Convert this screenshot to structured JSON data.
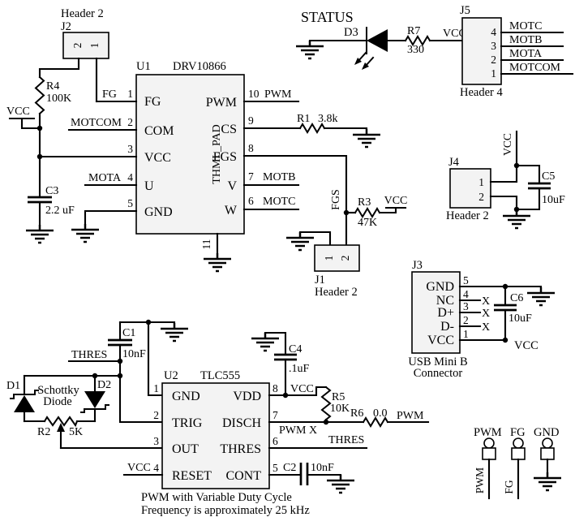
{
  "schematic": {
    "vcc": "VCC",
    "j2": {
      "title": "Header 2",
      "ref": "J2",
      "pin2": "2",
      "pin1": "1"
    },
    "r4": {
      "ref": "R4",
      "value": "100K"
    },
    "c3": {
      "ref": "C3",
      "value": "2.2 uF"
    },
    "u1": {
      "ref": "U1",
      "part": "DRV10866",
      "pad": "THML_PAD",
      "pad_pin": "11",
      "pins": {
        "fg": {
          "num": "1",
          "name": "FG",
          "net": "FG"
        },
        "com": {
          "num": "2",
          "name": "COM",
          "net": "MOTCOM"
        },
        "vcc": {
          "num": "3",
          "name": "VCC"
        },
        "u": {
          "num": "4",
          "name": "U",
          "net": "MOTA"
        },
        "gnd": {
          "num": "5",
          "name": "GND"
        },
        "pwm": {
          "num": "10",
          "name": "PWM",
          "net": "PWM"
        },
        "cs": {
          "num": "9",
          "name": "CS"
        },
        "fgs": {
          "num": "8",
          "name": "FGS",
          "net": "FGS"
        },
        "v": {
          "num": "7",
          "name": "V",
          "net": "MOTB"
        },
        "w": {
          "num": "6",
          "name": "W",
          "net": "MOTC"
        }
      }
    },
    "r1": {
      "ref": "R1",
      "value": "3.8k"
    },
    "r3": {
      "ref": "R3",
      "value": "47K"
    },
    "status": {
      "label": "STATUS",
      "ref": "D3"
    },
    "r7": {
      "ref": "R7",
      "value": "330"
    },
    "j5": {
      "ref": "J5",
      "title": "Header 4",
      "pins": [
        "4",
        "3",
        "2",
        "1"
      ],
      "nets": [
        "MOTC",
        "MOTB",
        "MOTA",
        "MOTCOM"
      ]
    },
    "j4": {
      "ref": "J4",
      "title": "Header 2",
      "pin1": "1",
      "pin2": "2"
    },
    "c5": {
      "ref": "C5",
      "value": "10uF"
    },
    "j1": {
      "ref": "J1",
      "title": "Header 2",
      "pin1": "1",
      "pin2": "2"
    },
    "j3": {
      "ref": "J3",
      "title1": "USB Mini B",
      "title2": "Connector",
      "nc": "X",
      "pins": [
        {
          "name": "GND",
          "num": "5"
        },
        {
          "name": "NC",
          "num": "4"
        },
        {
          "name": "D+",
          "num": "3"
        },
        {
          "name": "D-",
          "num": "2"
        },
        {
          "name": "VCC",
          "num": "1"
        }
      ]
    },
    "c6": {
      "ref": "C6",
      "value": "10uF"
    },
    "u2": {
      "ref": "U2",
      "part": "TLC555",
      "pins": {
        "gnd": {
          "num": "1",
          "name": "GND"
        },
        "trig": {
          "num": "2",
          "name": "TRIG"
        },
        "out": {
          "num": "3",
          "name": "OUT"
        },
        "reset": {
          "num": "4",
          "name": "RESET"
        },
        "vdd": {
          "num": "8",
          "name": "VDD"
        },
        "disch": {
          "num": "7",
          "name": "DISCH"
        },
        "thres": {
          "num": "6",
          "name": "THRES"
        },
        "cont": {
          "num": "5",
          "name": "CONT"
        }
      }
    },
    "c1": {
      "ref": "C1",
      "value": "10nF"
    },
    "c2": {
      "ref": "C2",
      "value": "10nF"
    },
    "c4": {
      "ref": "C4",
      "value": ".1uF"
    },
    "r5": {
      "ref": "R5",
      "value": "10K"
    },
    "r6": {
      "ref": "R6",
      "value": "0.0"
    },
    "r2": {
      "ref": "R2",
      "value": "5K"
    },
    "d1": "D1",
    "d2": "D2",
    "schottky1": "Schottky",
    "schottky2": "Diode",
    "nets": {
      "thres": "THRES",
      "pwm": "PWM",
      "pwm_x": "PWM X",
      "fgs": "FGS",
      "fg": "FG"
    },
    "caption1": "PWM with Variable Duty Cycle",
    "caption2": "Frequency is approximately 25 kHz",
    "testpoints": {
      "pwm": "PWM",
      "fg": "FG",
      "gnd": "GND"
    }
  }
}
